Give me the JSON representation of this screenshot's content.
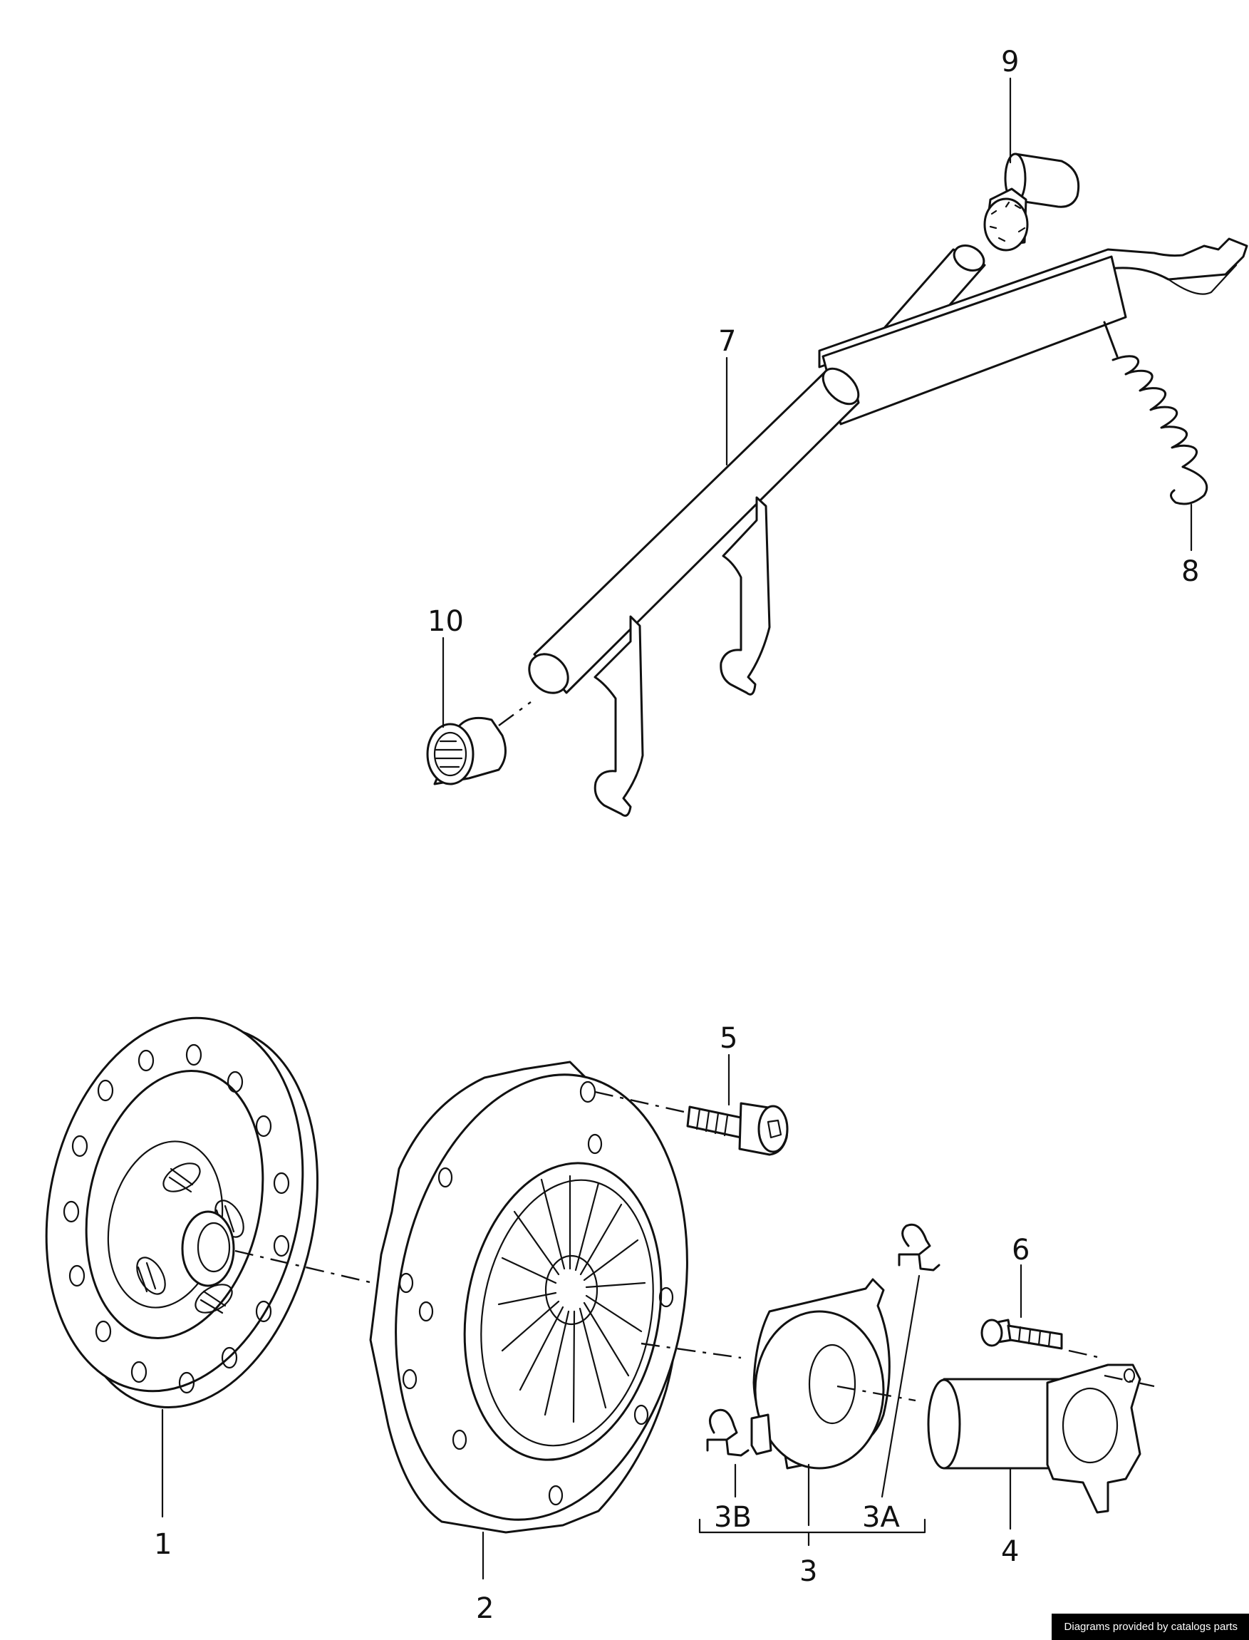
{
  "callouts": {
    "c1": "1",
    "c2": "2",
    "c3": "3",
    "c3a": "3A",
    "c3b": "3B",
    "c4": "4",
    "c5": "5",
    "c6": "6",
    "c7": "7",
    "c8": "8",
    "c9": "9",
    "c10": "10"
  },
  "footer": {
    "credit": "Diagrams provided by catalogs parts"
  }
}
